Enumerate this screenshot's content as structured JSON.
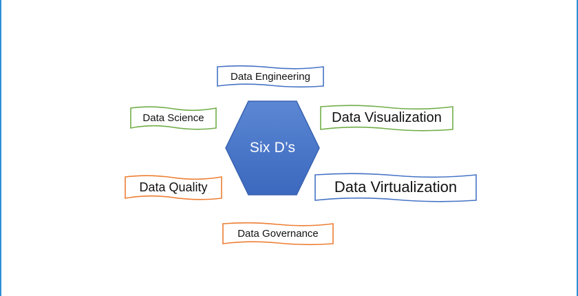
{
  "center": {
    "label": "Six D’s",
    "color": "#4472c4"
  },
  "items": {
    "engineering": {
      "label": "Data Engineering",
      "color": "#4472c4"
    },
    "science": {
      "label": "Data Science",
      "color": "#70ad47"
    },
    "visualization": {
      "label": "Data Visualization",
      "color": "#70ad47"
    },
    "quality": {
      "label": "Data Quality",
      "color": "#ed7d31"
    },
    "virtualization": {
      "label": "Data Virtualization",
      "color": "#4472c4"
    },
    "governance": {
      "label": "Data Governance",
      "color": "#ed7d31"
    }
  },
  "frame_color": "#2e8fd6"
}
